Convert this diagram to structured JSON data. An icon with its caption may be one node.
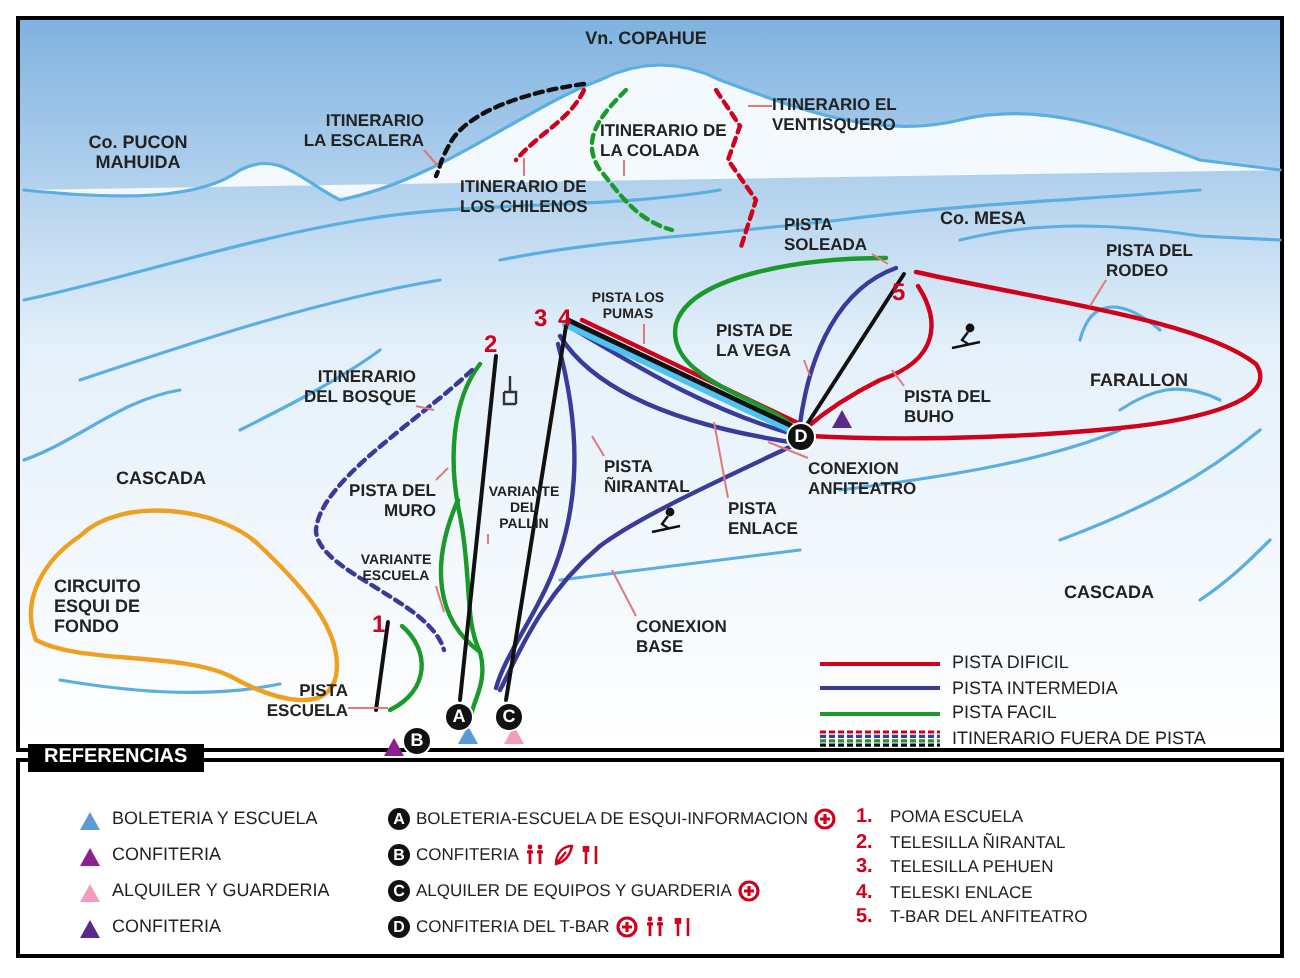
{
  "diagram": {
    "nodes": [
      {
        "text": [
          "ITINERARIO LA ESCALERA"
        ]
      },
      {
        "text": [
          "ITINERARIO DE LOS CHILENOS"
        ]
      },
      {
        "text": [
          "ITINERARIO DE LA COLADA"
        ]
      },
      {
        "text": [
          "ITINERARIO EL VENTISQUERO"
        ]
      },
      {
        "text": [
          "PISTA SOLEADA"
        ]
      },
      {
        "text": [
          "PISTA LOS PUMAS"
        ]
      },
      {
        "text": [
          "PISTA DE LA VEGA"
        ]
      },
      {
        "text": [
          "PISTA DEL RODEO"
        ]
      },
      {
        "text": [
          "PISTA DEL BUHO"
        ]
      },
      {
        "text": [
          "CONEXION ANFITEATRO"
        ]
      },
      {
        "text": [
          "PISTA ENLACE"
        ]
      },
      {
        "text": [
          "PISTA ÑIRANTAL"
        ]
      },
      {
        "text": [
          "ITINERARIO DEL BOSQUE"
        ]
      },
      {
        "text": [
          "PISTA DEL MURO"
        ]
      },
      {
        "text": [
          "VARIANTE DEL PALLIN"
        ]
      },
      {
        "text": [
          "VARIANTE ESCUELA"
        ]
      },
      {
        "text": [
          "CONEXION BASE"
        ]
      },
      {
        "text": [
          "PISTA ESCUELA"
        ]
      }
    ],
    "edges": [
      {
        "from": 0,
        "to": null,
        "arrow": "none"
      },
      {
        "from": 1,
        "to": null,
        "arrow": "none"
      },
      {
        "from": 2,
        "to": null,
        "arrow": "none"
      },
      {
        "from": 3,
        "to": null,
        "arrow": "none"
      },
      {
        "from": 4,
        "to": null,
        "arrow": "none"
      },
      {
        "from": 5,
        "to": null,
        "arrow": "none"
      },
      {
        "from": 6,
        "to": null,
        "arrow": "none"
      },
      {
        "from": 7,
        "to": null,
        "arrow": "none"
      },
      {
        "from": 8,
        "to": null,
        "arrow": "none"
      },
      {
        "from": 9,
        "to": null,
        "arrow": "none"
      },
      {
        "from": 10,
        "to": null,
        "arrow": "none"
      },
      {
        "from": 11,
        "to": null,
        "arrow": "none"
      },
      {
        "from": 12,
        "to": null,
        "arrow": "none"
      },
      {
        "from": 13,
        "to": null,
        "arrow": "none"
      },
      {
        "from": 14,
        "to": null,
        "arrow": "none"
      },
      {
        "from": 15,
        "to": null,
        "arrow": "none"
      },
      {
        "from": 16,
        "to": null,
        "arrow": "none"
      },
      {
        "from": 17,
        "to": null,
        "arrow": "none"
      }
    ],
    "labels": [
      "Vn. COPAHUE",
      "Co. PUCON MAHUIDA",
      "Co. MESA",
      "3",
      "4",
      "2",
      "5",
      "FARALLON",
      "CASCADA",
      "CASCADA",
      "CIRCUITO ESQUI DE FONDO",
      "1",
      "A",
      "B",
      "C",
      "D",
      "REFERENCIAS",
      "A",
      "BOLETERIA-ESCUELA DE ESQUI-INFORMACION",
      "1.",
      "POMA ESCUELA",
      "B",
      "CONFITERIA",
      "2.",
      "TELESILLA ÑIRANTAL",
      "C",
      "ALQUILER DE EQUIPOS Y GUARDERIA",
      "3.",
      "TELESILLA PEHUEN",
      "D",
      "CONFITERIA DEL T-BAR",
      "4.",
      "TELESKI ENLACE",
      "5.",
      "T-BAR DEL ANFITEATRO"
    ],
    "legend": [
      {
        "text": "PISTA DIFICIL"
      },
      {
        "text": "PISTA INTERMEDIA"
      },
      {
        "text": "PISTA FACIL"
      },
      {
        "text": "ITINERARIO FUERA DE PISTA"
      },
      {
        "text": "BOLETERIA Y ESCUELA",
        "color": "#5b9bd5"
      },
      {
        "text": "CONFITERIA",
        "color": "#8e1f8e"
      },
      {
        "text": "ALQUILER Y GUARDERIA",
        "color": "#f29cc0"
      },
      {
        "text": "CONFITERIA",
        "color": "#5a2a8a"
      }
    ]
  }
}
